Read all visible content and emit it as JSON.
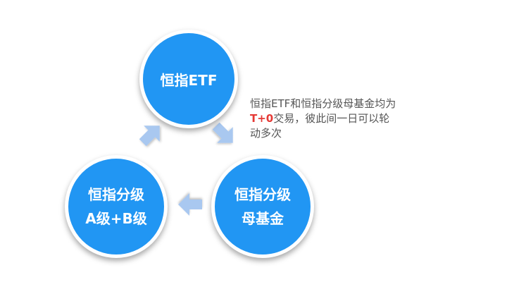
{
  "nodes": {
    "top": {
      "label": "恒指ETF"
    },
    "left": {
      "line1": "恒指分级",
      "line2": "A级+B级"
    },
    "right": {
      "line1": "恒指分级",
      "line2": "母基金"
    }
  },
  "note": {
    "part1": "恒指ETF和恒指分级母基金均为",
    "highlight": "T+0",
    "part2": "交易，彼此间一日可以轮动多次"
  },
  "colors": {
    "circle_fill": "#2196F3",
    "arrow_fill": "#A9C8F0",
    "highlight": "#e53935"
  }
}
